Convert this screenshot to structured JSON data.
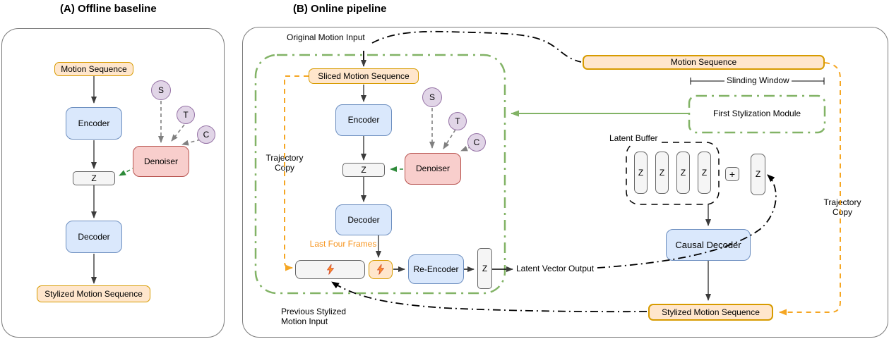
{
  "panel_a": {
    "title": "(A) Offline baseline",
    "motion_sequence": "Motion Sequence",
    "encoder": "Encoder",
    "latent": "Z",
    "decoder": "Decoder",
    "stylized_motion_sequence": "Stylized Motion Sequence",
    "denoiser": "Denoiser",
    "style_s": "S",
    "style_t": "T",
    "style_c": "C"
  },
  "panel_b": {
    "title": "(B) Online pipeline",
    "original_motion_input": "Original Motion Input",
    "sliced_motion_sequence": "Sliced Motion Sequence",
    "encoder": "Encoder",
    "latent": "Z",
    "decoder": "Decoder",
    "denoiser": "Denoiser",
    "style_s": "S",
    "style_t": "T",
    "style_c": "C",
    "trajectory_copy_left_l1": "Trajectory",
    "trajectory_copy_left_l2": "Copy",
    "last_four_frames": "Last Four Frames",
    "re_encoder": "Re-Encoder",
    "latent_out": "Z",
    "latent_vector_output": "Latent Vector Output",
    "previous_stylized_l1": "Previous Stylized",
    "previous_stylized_l2": "Motion Input",
    "motion_sequence": "Motion Sequence",
    "sliding_window": "Slinding Window",
    "first_stylization_module": "First Stylization Module",
    "latent_buffer": "Latent Buffer",
    "buffer_cells": [
      "Z",
      "Z",
      "Z",
      "Z"
    ],
    "plus": "+",
    "new_latent": "Z",
    "causal_decoder": "Causal Decoder",
    "stylized_motion_sequence": "Stylized Motion Sequence",
    "trajectory_copy_right_l1": "Trajectory",
    "trajectory_copy_right_l2": "Copy"
  },
  "colors": {
    "orange_fill": "#ffe6cc",
    "orange_stroke": "#d79b00",
    "blue_fill": "#dae8fc",
    "blue_stroke": "#6c8ebf",
    "red_fill": "#f8cecc",
    "red_stroke": "#b85450",
    "purple_fill": "#e1d5e7",
    "purple_stroke": "#9673a6",
    "gray_fill": "#f5f5f5",
    "gray_stroke": "#666666",
    "green_dashdot": "#82b366",
    "green_arrow": "#2d8a39",
    "orange_dashed": "#f5a623",
    "last_four_frames_text": "#f7941d",
    "black_dashdot": "#000000"
  }
}
